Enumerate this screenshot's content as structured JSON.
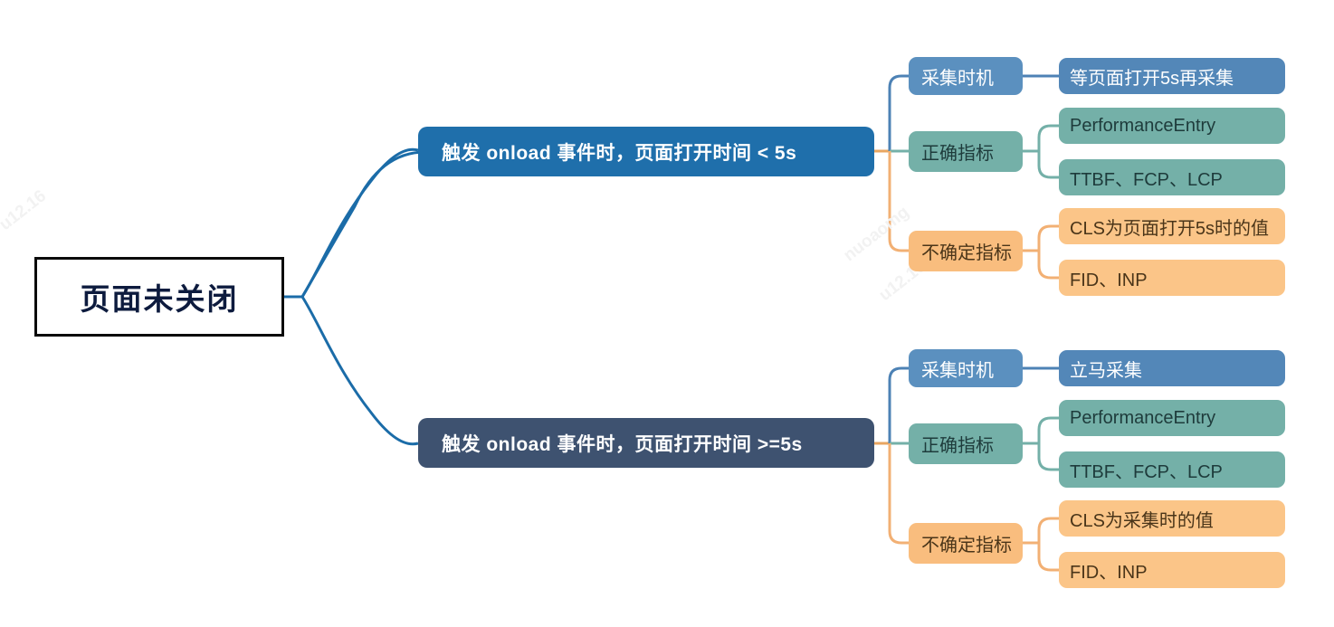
{
  "diagram": {
    "type": "mindmap",
    "title": "页面未关闭",
    "root": {
      "label": "页面未关闭"
    },
    "colors": {
      "root_border": "#0b0b0b",
      "root_text": "#0d1b3e",
      "branch_a": "#1f6fab",
      "branch_b": "#3e5270",
      "category_blue": "#5b90bf",
      "category_teal": "#74b0a8",
      "category_orange": "#f9bd7e",
      "leaf_blue": "#5387b8",
      "leaf_teal": "#74b0a8",
      "leaf_orange": "#fbc588",
      "edge_root": "#1b6ca8",
      "edge_blue": "#4d82b5",
      "edge_teal": "#74b0a8",
      "edge_orange": "#f2b074"
    },
    "branches": [
      {
        "label": "触发 onload 事件时，页面打开时间 < 5s",
        "categories": [
          {
            "label": "采集时机",
            "leaves": [
              "等页面打开5s再采集"
            ]
          },
          {
            "label": "正确指标",
            "leaves": [
              "PerformanceEntry",
              "TTBF、FCP、LCP"
            ]
          },
          {
            "label": "不确定指标",
            "leaves": [
              "CLS为页面打开5s时的值",
              "FID、INP"
            ]
          }
        ]
      },
      {
        "label": "触发 onload 事件时，页面打开时间 >=5s",
        "categories": [
          {
            "label": "采集时机",
            "leaves": [
              "立马采集"
            ]
          },
          {
            "label": "正确指标",
            "leaves": [
              "PerformanceEntry",
              "TTBF、FCP、LCP"
            ]
          },
          {
            "label": "不确定指标",
            "leaves": [
              "CLS为采集时的值",
              "FID、INP"
            ]
          }
        ]
      }
    ],
    "watermarks": [
      "u12.16",
      "nuoaomg",
      "u12.16"
    ]
  }
}
